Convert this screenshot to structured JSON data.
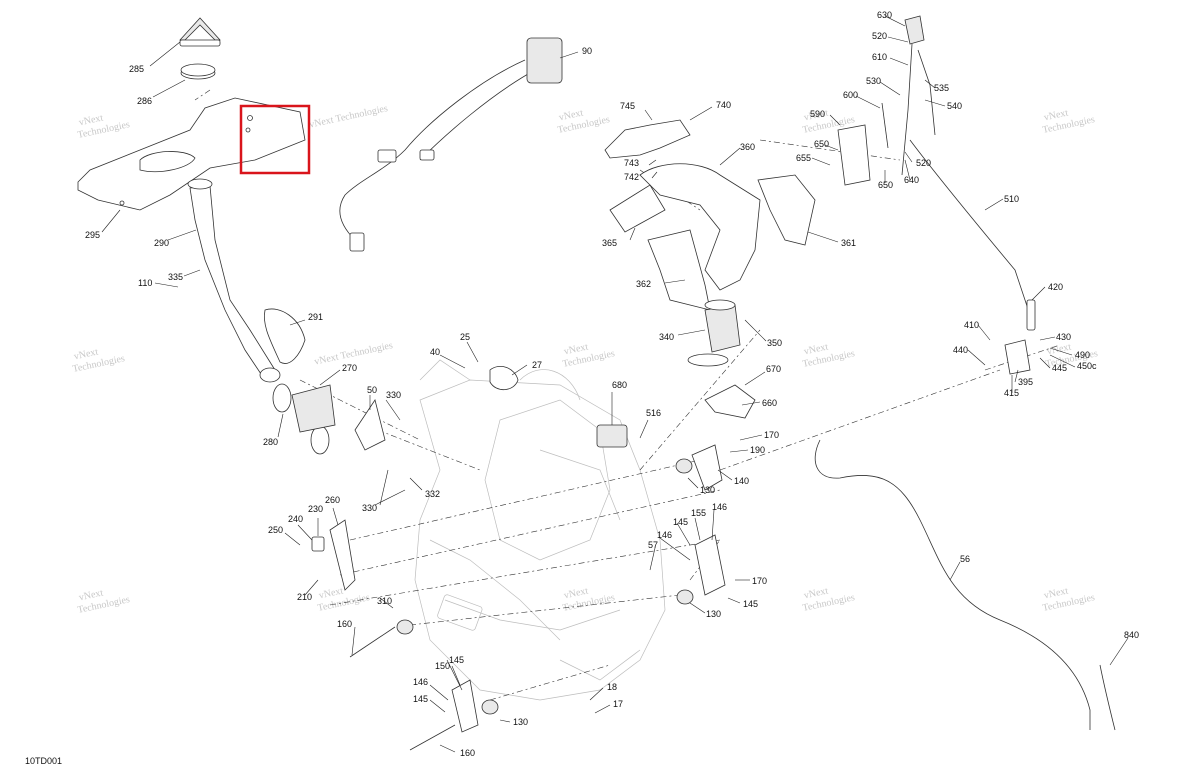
{
  "diagram": {
    "code": "10TD001",
    "highlight_color": "#d9141b",
    "watermark": {
      "lines": [
        "vNext",
        "Technologies"
      ],
      "inline": "vNext Technologies",
      "color": "#c8c8c8"
    },
    "callouts": [
      "285",
      "286",
      "295",
      "290",
      "110",
      "335",
      "291",
      "270",
      "280",
      "40",
      "25",
      "27",
      "50",
      "330",
      "332",
      "330",
      "260",
      "230",
      "240",
      "250",
      "210",
      "310",
      "160",
      "150",
      "145",
      "146",
      "145",
      "160",
      "18",
      "17",
      "130",
      "90",
      "745",
      "740",
      "743",
      "742",
      "360",
      "365",
      "361",
      "362",
      "340",
      "350",
      "680",
      "516",
      "670",
      "660",
      "170",
      "190",
      "140",
      "130",
      "155",
      "146",
      "145",
      "146",
      "57",
      "170",
      "145",
      "130",
      "630",
      "520",
      "610",
      "535",
      "530",
      "540",
      "600",
      "590",
      "650",
      "655",
      "520",
      "650",
      "640",
      "510",
      "420",
      "410",
      "430",
      "440",
      "490",
      "445",
      "450c",
      "395",
      "415",
      "56",
      "840"
    ]
  }
}
